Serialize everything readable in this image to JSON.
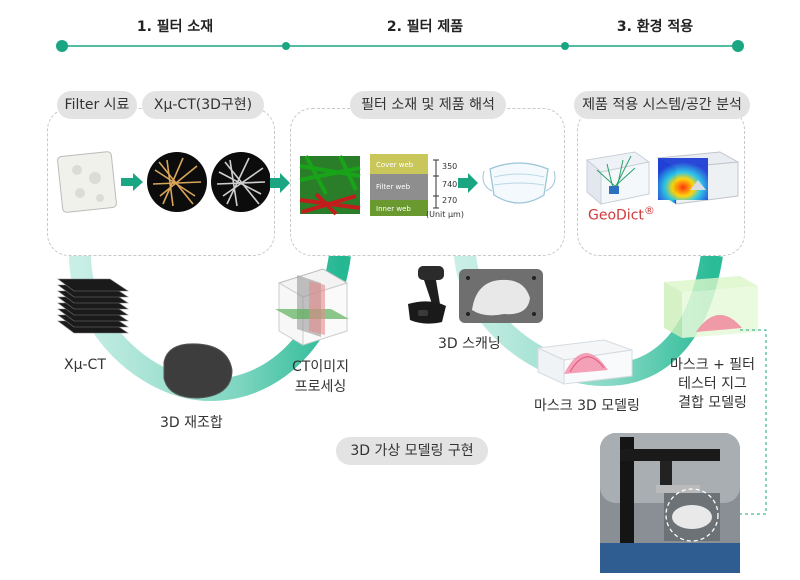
{
  "steps": [
    {
      "title": "1. 필터 소재"
    },
    {
      "title": "2. 필터 제품"
    },
    {
      "title": "3. 환경 적용"
    }
  ],
  "pills": {
    "filter_sample": "Filter 시료",
    "xuct_3d": "Xμ-CT(3D구현)",
    "analysis": "필터 소재 및 제품 해석",
    "system": "제품 적용 시스템/공간 분석",
    "virtual": "3D 가상 모델링 구현"
  },
  "layers": {
    "top": "Cover web",
    "mid": "Filter web",
    "bottom": "Inner web",
    "dims": [
      "350",
      "740",
      "270"
    ],
    "unit": "(Unit μm)"
  },
  "geodict": {
    "name": "GeoDict",
    "mark": "®"
  },
  "process": {
    "xuct": "Xμ-CT",
    "reconstruct": "3D 재조합",
    "ct_processing": [
      "CT이미지",
      "프로세싱"
    ],
    "scanning": "3D 스캐닝",
    "mask_modeling": "마스크 3D 모델링",
    "jig_modeling": [
      "마스크 + 필터",
      "테스터 지그",
      "결합 모델링"
    ]
  },
  "colors": {
    "accent": "#1aa683",
    "arc_light": "#bfe9e0",
    "arc_dark": "#2dbf9c",
    "pill_bg": "#e3e3e3"
  }
}
